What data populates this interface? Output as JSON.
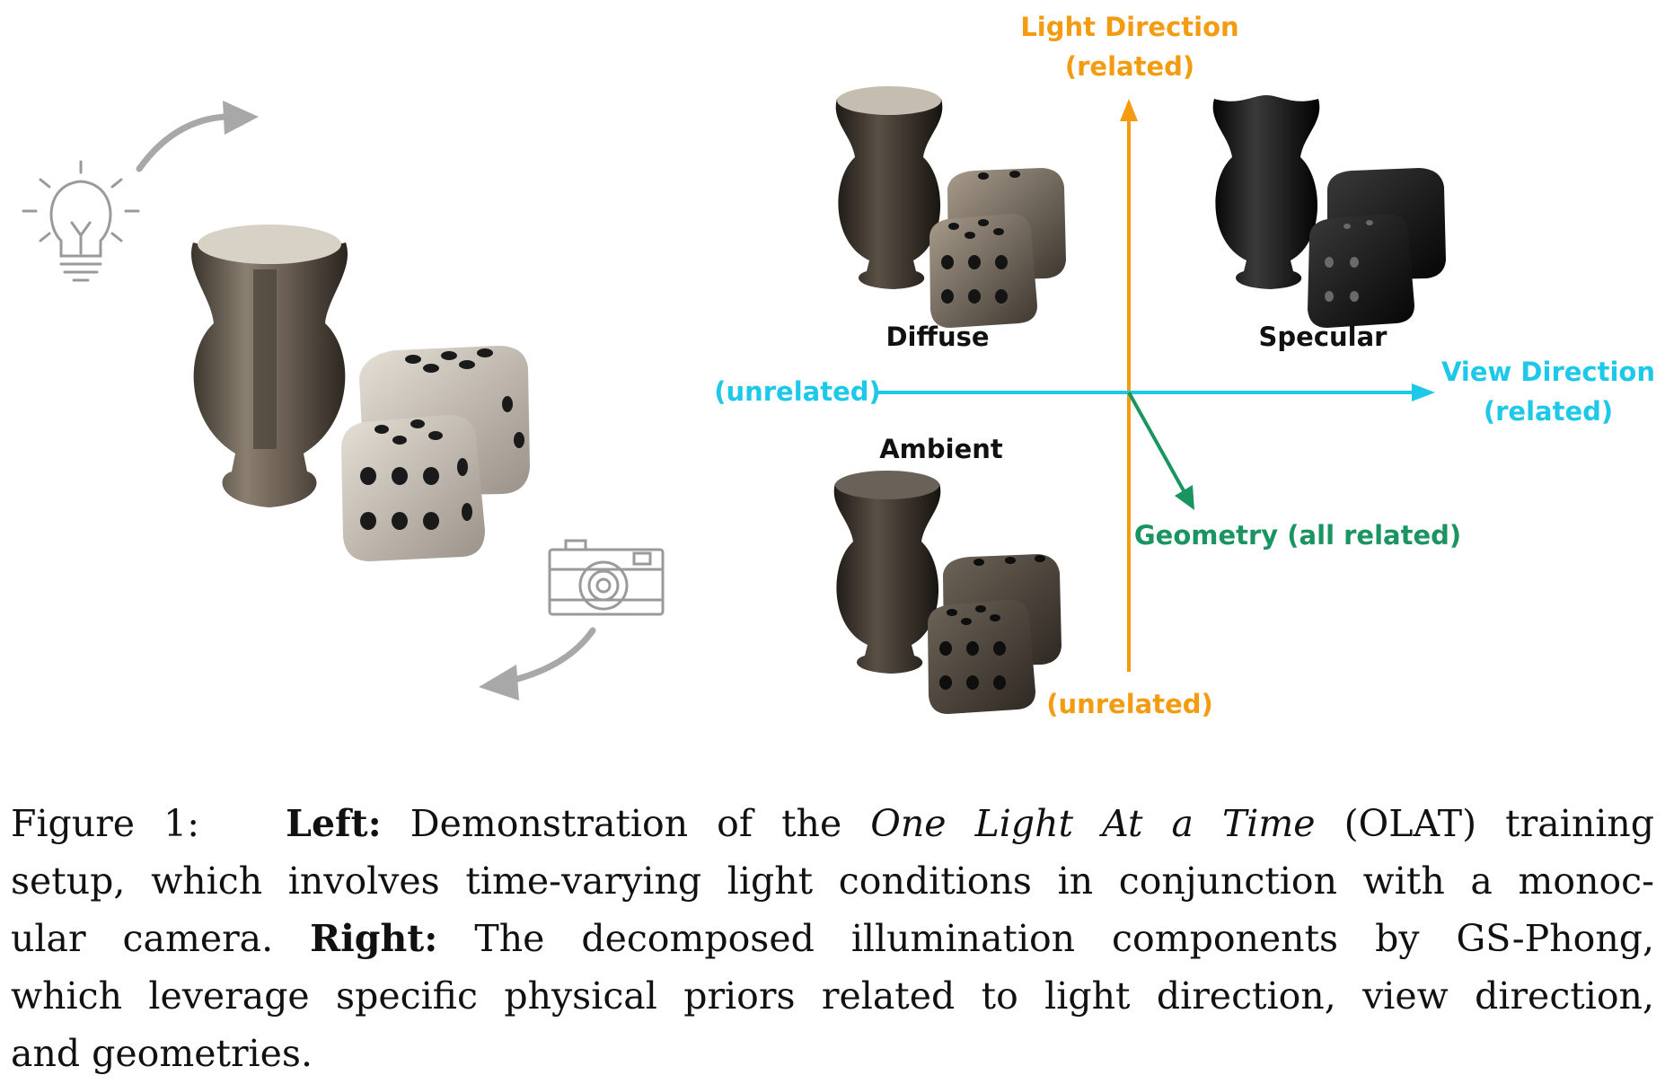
{
  "figure": {
    "labels": {
      "light_direction": "Light Direction",
      "light_related": "(related)",
      "light_unrelated": "(unrelated)",
      "view_direction": "View Direction",
      "view_related": "(related)",
      "view_unrelated": "(unrelated)",
      "geometry": "Geometry (all related)",
      "diffuse": "Diffuse",
      "specular": "Specular",
      "ambient": "Ambient"
    },
    "icons": [
      "light-bulb-icon",
      "camera-icon",
      "curved-arrow-icon"
    ],
    "colors": {
      "light_axis": "#f39c12",
      "view_axis": "#1ec8e8",
      "geometry_axis": "#1a9460",
      "gray_arrow": "#a8a8a8"
    }
  },
  "caption": {
    "figure_number": "Figure 1:",
    "left_label": "Left:",
    "text_1": "Demonstration of the",
    "olat_term": "One Light At a Time",
    "text_2": "(OLAT) training",
    "line2": "setup, which involves time-varying light conditions in conjunction with a monoc-",
    "line3_a": "ular camera.",
    "right_label": "Right:",
    "line3_b": "The decomposed illumination components by GS-Phong,",
    "line4": "which leverage specific physical priors related to light direction, view direction,",
    "line5": "and geometries."
  }
}
